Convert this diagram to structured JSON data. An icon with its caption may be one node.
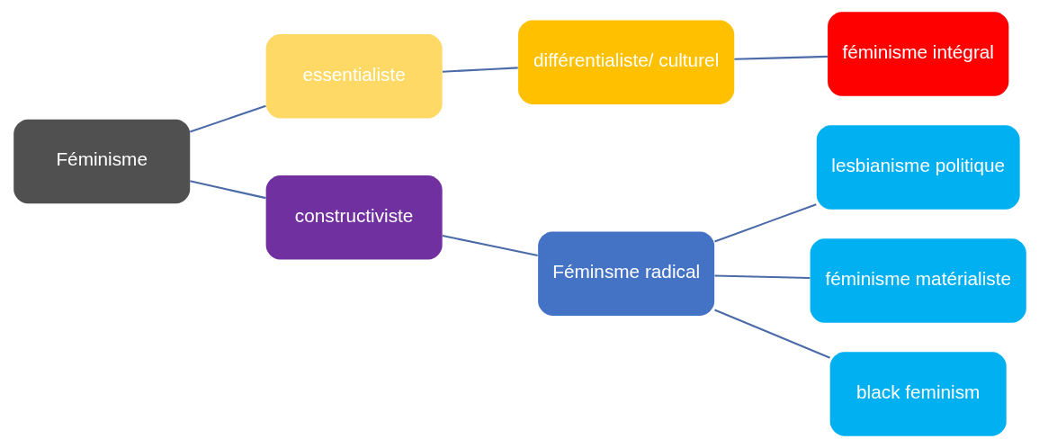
{
  "diagram": {
    "nodes": [
      {
        "text": [
          "Féminisme"
        ]
      },
      {
        "text": [
          "essentialiste"
        ]
      },
      {
        "text": [
          "constructiviste"
        ]
      },
      {
        "text": [
          "différentialiste/ culturel"
        ]
      },
      {
        "text": [
          "Féminsme radical"
        ]
      },
      {
        "text": [
          "féminisme intégral"
        ]
      },
      {
        "text": [
          "lesbianisme politique"
        ]
      },
      {
        "text": [
          "féminisme matérialiste"
        ]
      },
      {
        "text": [
          "black feminism"
        ]
      }
    ],
    "edges": [
      {
        "from": 0,
        "to": 1,
        "arrow": "none"
      },
      {
        "from": 0,
        "to": 2,
        "arrow": "none"
      },
      {
        "from": 1,
        "to": 3,
        "arrow": "none"
      },
      {
        "from": 2,
        "to": 4,
        "arrow": "none"
      },
      {
        "from": 3,
        "to": 5,
        "arrow": "none"
      },
      {
        "from": 4,
        "to": 6,
        "arrow": "none"
      },
      {
        "from": 4,
        "to": 7,
        "arrow": "none"
      },
      {
        "from": 4,
        "to": 8,
        "arrow": "none"
      }
    ]
  }
}
